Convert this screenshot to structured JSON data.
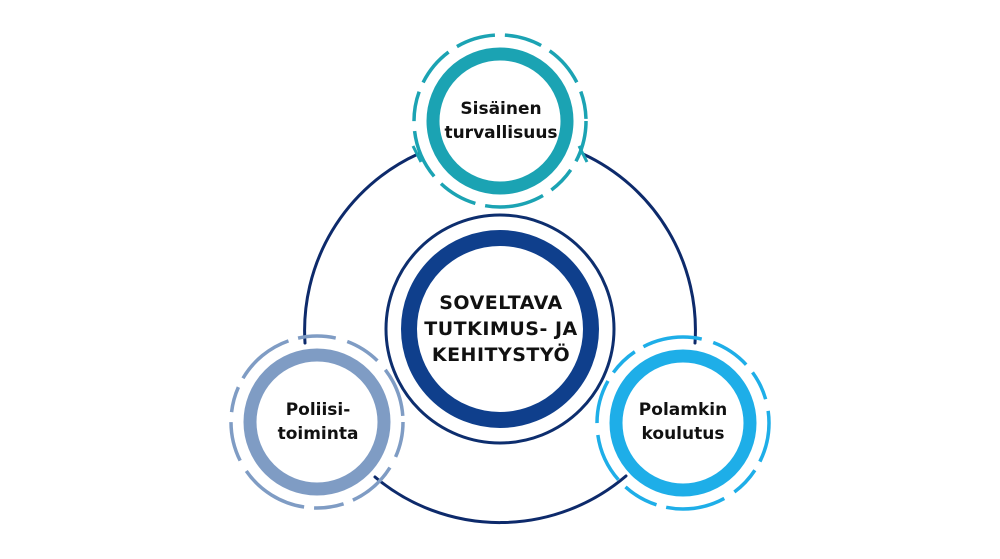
{
  "diagram": {
    "center": {
      "lines": [
        "SOVELTAVA",
        "TUTKIMUS- JA",
        "KEHITYSTYÖ"
      ],
      "color": "#0f3f8c",
      "outline_color": "#0d2e6e"
    },
    "connector_ring": {
      "color": "#0d2a6b"
    },
    "nodes": [
      {
        "id": "top",
        "lines": [
          "Sisäinen",
          "turvallisuus"
        ],
        "color": "#1ba3b3"
      },
      {
        "id": "left",
        "lines": [
          "Poliisi-",
          "toiminta"
        ],
        "color": "#7f9cc4"
      },
      {
        "id": "right",
        "lines": [
          "Polamkin",
          "koulutus"
        ],
        "color": "#1eaee8"
      }
    ]
  }
}
